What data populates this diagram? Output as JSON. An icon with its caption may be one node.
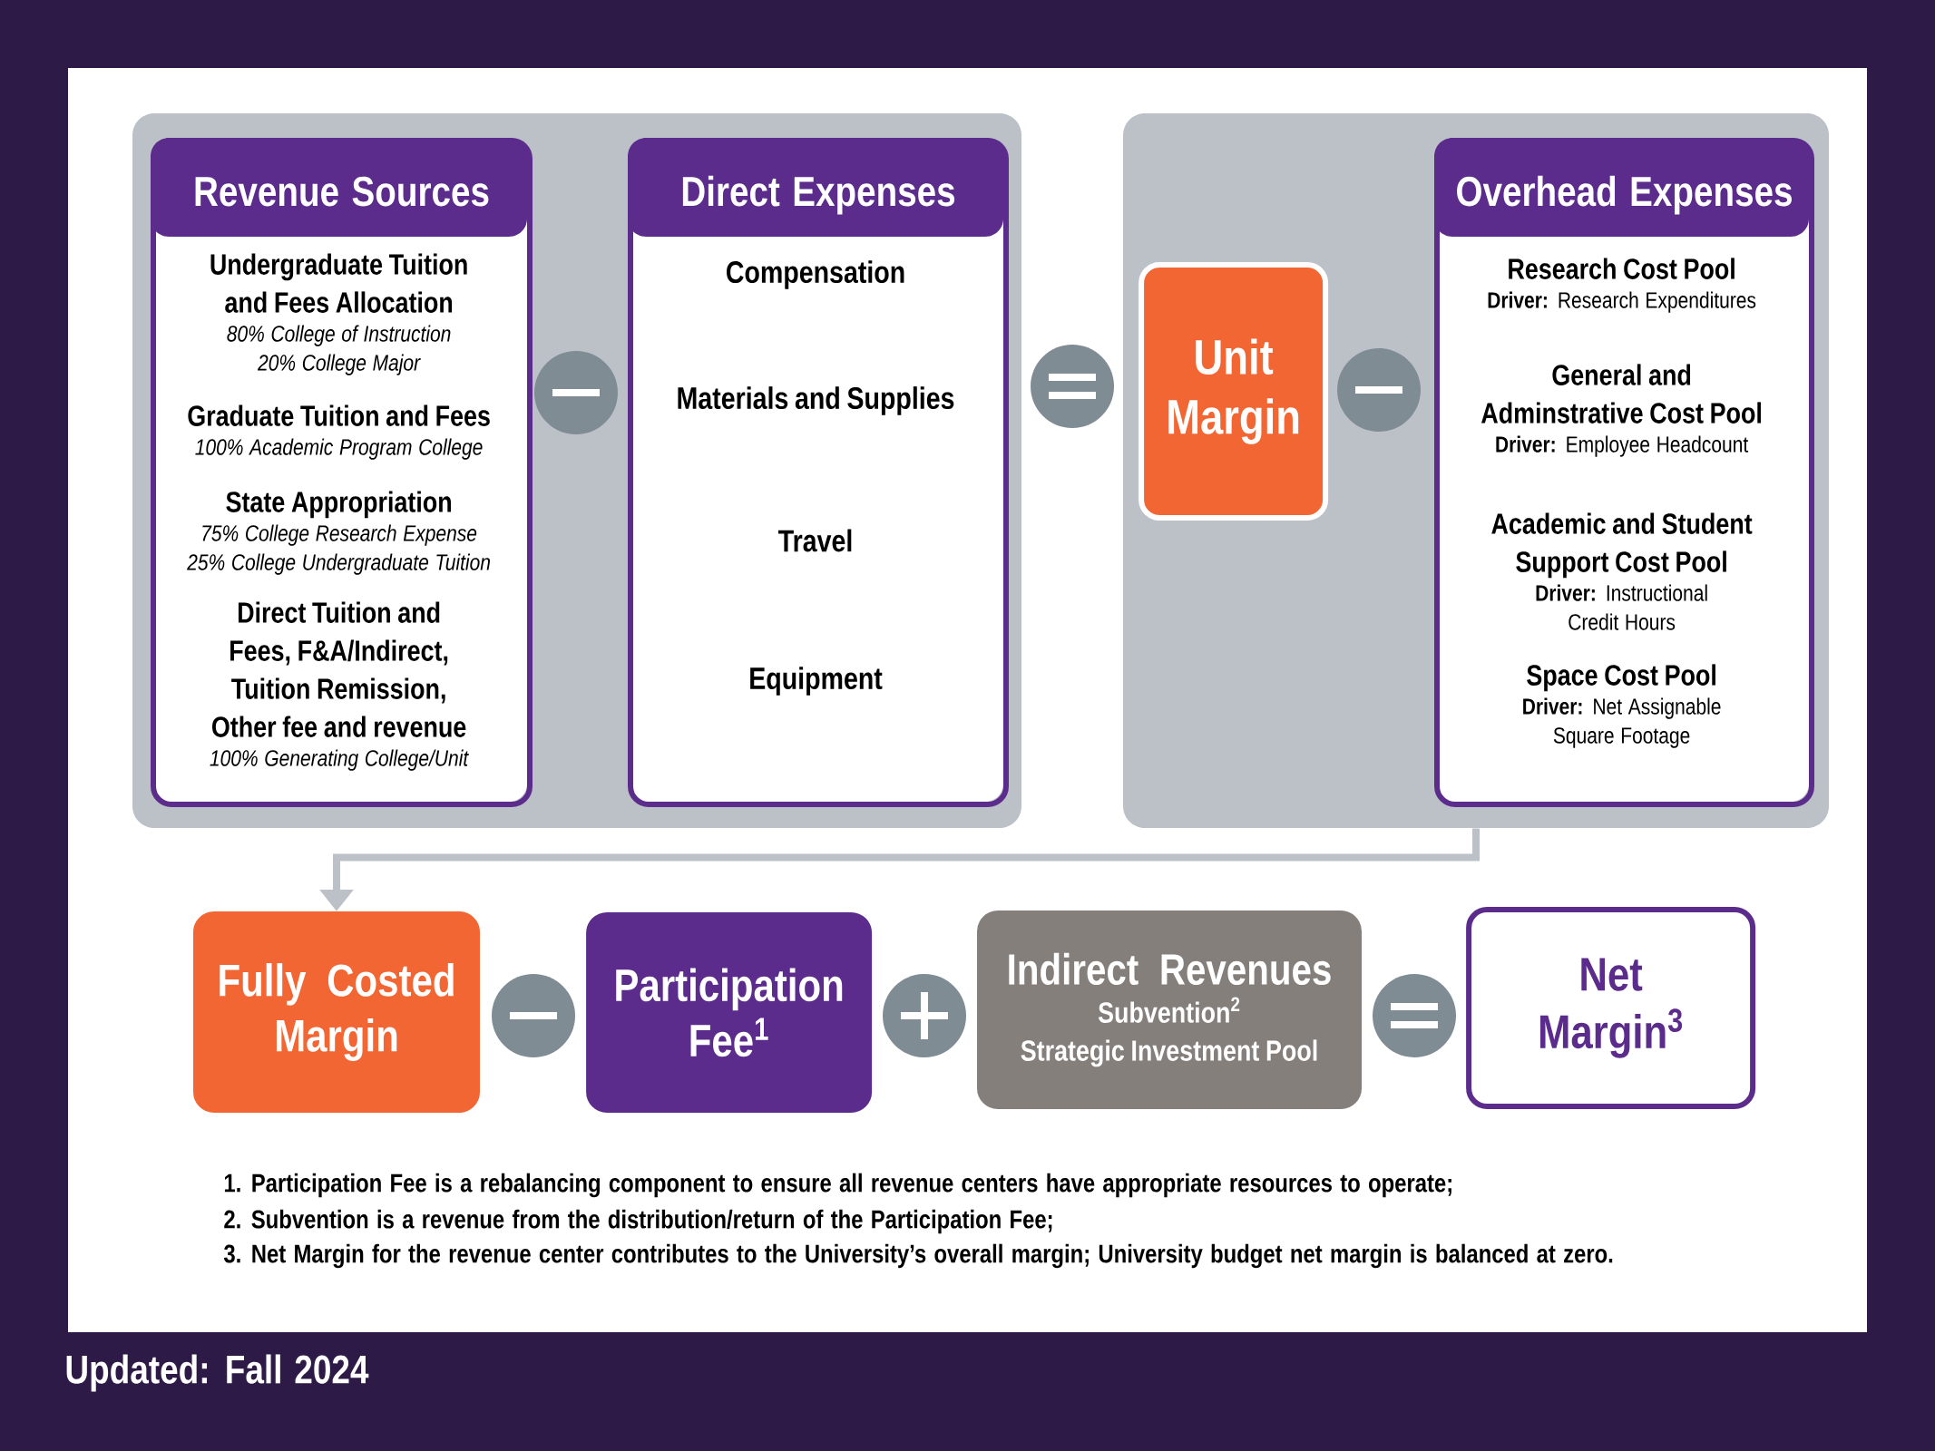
{
  "diagram": {
    "nodes": [
      {
        "text": [],
        "shape": "box"
      },
      {
        "text": [
          "Revenue Sources"
        ],
        "in": 0
      },
      {
        "text": [
          "Undergraduate Tuition and Fees Allocation",
          "80% College of Instruction",
          "20% College Major"
        ],
        "in": 1
      },
      {
        "text": [
          "Graduate Tuition and Fees",
          "100% Academic Program College"
        ],
        "in": 1
      },
      {
        "text": [
          "State Appropriation",
          "75% College Research Expense",
          "25% College Undergraduate Tuition"
        ],
        "in": 1
      },
      {
        "text": [
          "Direct Tuition and Fees, F&A/Indirect, Tuition Remission, Other fee and revenue",
          "100% Generating College/Unit"
        ],
        "in": 1
      },
      {
        "text": [
          "Direct Expenses",
          "Compensation",
          "Materials and Supplies",
          "Travel",
          "Equipment"
        ],
        "in": 0
      },
      {
        "text": [],
        "shape": "box"
      },
      {
        "text": [
          "Unit Margin"
        ],
        "in": 7
      },
      {
        "text": [
          "Overhead Expenses"
        ],
        "in": 7
      },
      {
        "text": [
          "Research Cost Pool",
          "**Driver:** Research Expenditures"
        ],
        "in": 9
      },
      {
        "text": [
          "General and Adminstrative Cost Pool",
          "**Driver:** Employee Headcount"
        ],
        "in": 9
      },
      {
        "text": [
          "Academic and Student Support Cost Pool",
          "**Driver:** Instructional Credit Hours"
        ],
        "in": 9
      },
      {
        "text": [
          "Space Cost Pool",
          "**Driver:** Net Assignable Square Footage"
        ],
        "in": 9
      },
      {
        "text": [
          "Fully Costed Margin"
        ]
      },
      {
        "text": [
          "Participation Fee$^{1}$"
        ]
      },
      {
        "text": [
          "Indirect Revenues",
          "Subvention$^{2}$",
          "Strategic Investment Pool"
        ]
      },
      {
        "text": [
          "Net Margin$^{3}$"
        ]
      }
    ],
    "edges": [
      {
        "from": 7,
        "to": 14,
        "arrow": "to"
      }
    ],
    "labels": [
      "1. Participation Fee is a rebalancing component to ensure all revenue centers have appropriate resources to operate;",
      "2. Subvention is a revenue from the distribution/return of the Participation Fee;",
      "3. Net Margin for the revenue center contributes to the University’s overall margin; University budget net margin is balanced at zero.",
      "Updated: Fall 2024"
    ]
  }
}
